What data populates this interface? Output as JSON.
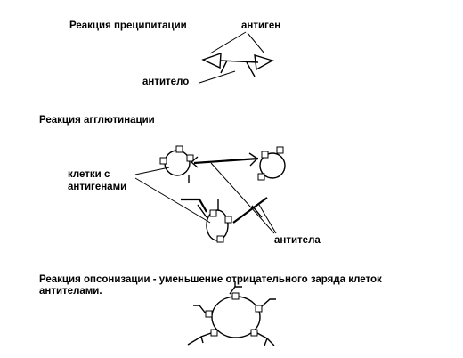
{
  "colors": {
    "ink": "#000000",
    "background": "#ffffff"
  },
  "sections": {
    "precipitation": {
      "title": "Реакция преципитации",
      "antigen_label": "антиген",
      "antibody_label": "антитело"
    },
    "agglutination": {
      "title": "Реакция агглютинации",
      "cells_label_line1": "клетки с",
      "cells_label_line2": "антигенами",
      "antibodies_label": "антитела"
    },
    "opsonization": {
      "title_line1": "Реакция опсонизации - уменьшение  отрицательного заряда клеток",
      "title_line2": "антителами."
    }
  }
}
